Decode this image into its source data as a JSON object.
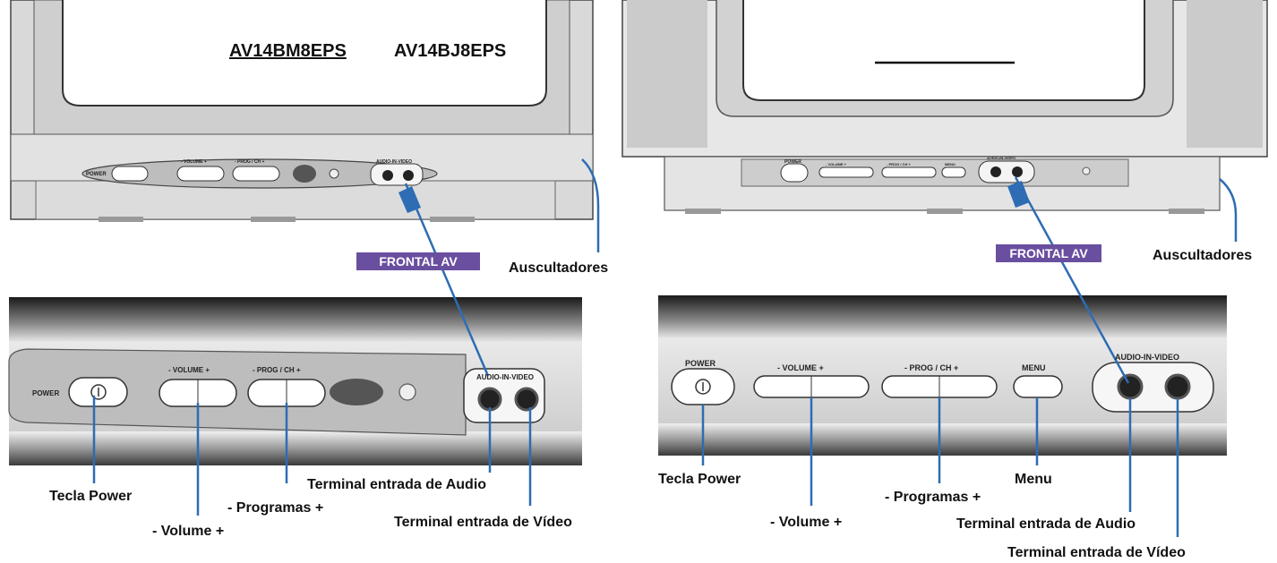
{
  "left": {
    "model_a": "AV14BM8EPS",
    "model_b": "AV14BJ8EPS",
    "badge": "FRONTAL AV",
    "headphones": "Auscultadores",
    "panel": {
      "power": "POWER",
      "volume": "-  VOLUME  +",
      "prog": "-  PROG / CH  +",
      "av": "AUDIO-IN-VIDEO"
    },
    "callouts": {
      "power": "Tecla Power",
      "volume": "- Volume +",
      "programas": "- Programas +",
      "audio": "Terminal entrada de Audio",
      "video": "Terminal entrada de Vídeo"
    }
  },
  "right": {
    "badge": "FRONTAL AV",
    "headphones": "Auscultadores",
    "panel": {
      "power": "POWER",
      "volume": "-  VOLUME  +",
      "prog": "-  PROG / CH  +",
      "menu": "MENU",
      "av": "AUDIO-IN-VIDEO"
    },
    "callouts": {
      "power": "Tecla Power",
      "volume": "- Volume +",
      "programas": "- Programas +",
      "menu": "Menu",
      "audio": "Terminal entrada de Audio",
      "video": "Terminal entrada de Vídeo"
    }
  },
  "colors": {
    "leader": "#2e6cb3",
    "badge_bg": "#6a4fa0",
    "panel_grey": "#d6d6d6"
  }
}
